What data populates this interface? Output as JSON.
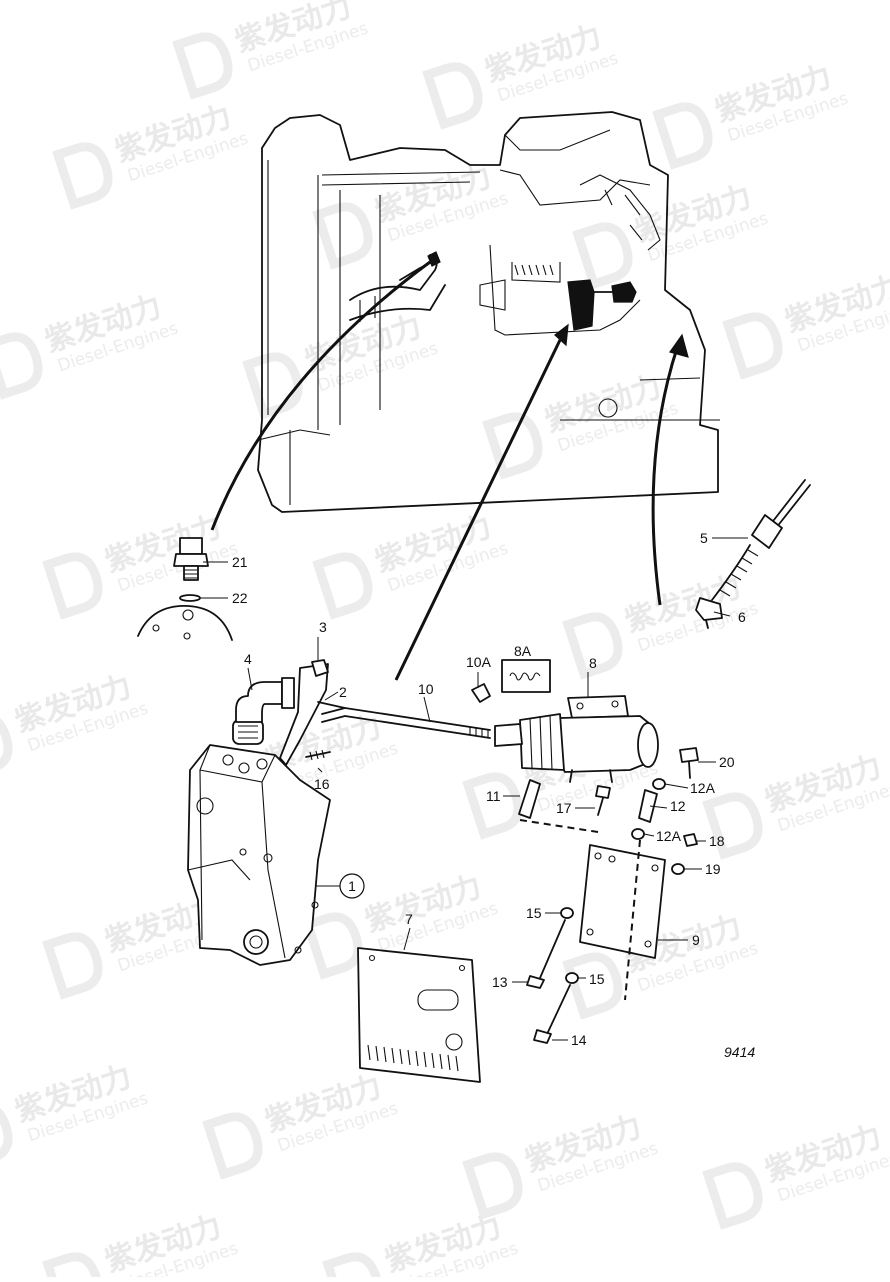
{
  "watermark": {
    "brand_cn": "紫发动力",
    "brand_en": "Diesel-Engines"
  },
  "figure_number": "9414",
  "callouts": {
    "c1": "1",
    "c2": "2",
    "c3": "3",
    "c4": "4",
    "c5": "5",
    "c6": "6",
    "c7": "7",
    "c8": "8",
    "c8a": "8A",
    "c9": "9",
    "c10": "10",
    "c10a": "10A",
    "c11": "11",
    "c12": "12",
    "c12a_top": "12A",
    "c12a_mid": "12A",
    "c13": "13",
    "c14": "14",
    "c15_top": "15",
    "c15_bot": "15",
    "c16": "16",
    "c17": "17",
    "c18": "18",
    "c19": "19",
    "c20": "20",
    "c21": "21",
    "c22": "22"
  }
}
